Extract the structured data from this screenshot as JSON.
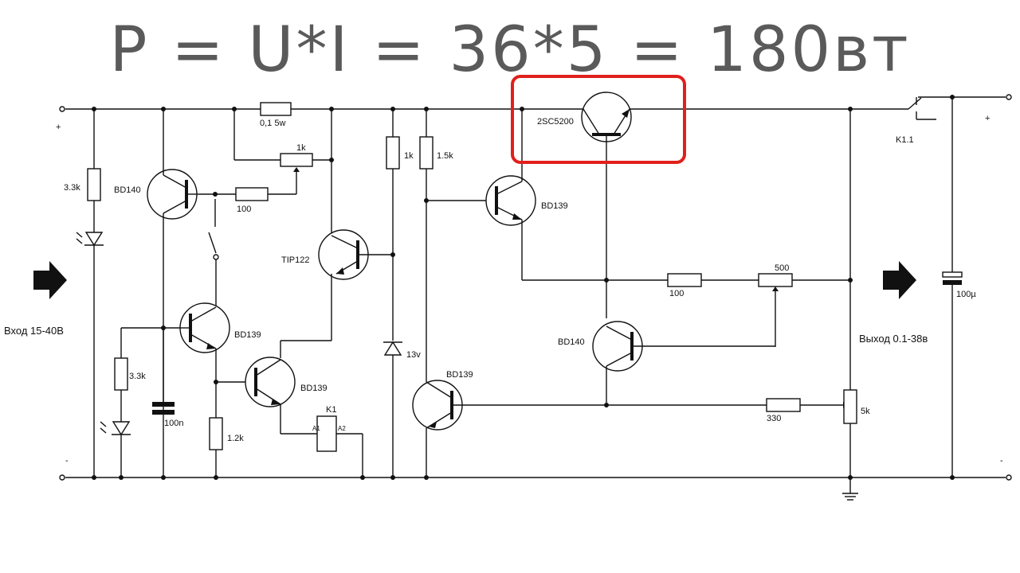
{
  "header": {
    "formula": "P = U*I = 36*5 = 180вт"
  },
  "labels": {
    "plus_left": "+",
    "minus_left": "-",
    "plus_right": "+",
    "minus_right": "-",
    "input": "Вход 15-40В",
    "output": "Выход 0.1-38в"
  },
  "components": {
    "r_shunt": "0,1 5w",
    "pot_1k": "1k",
    "r_100_a": "100",
    "r_33k_a": "3.3k",
    "q_bd140_a": "BD140",
    "q_tip122": "TIP122",
    "r_1k": "1k",
    "r_15k": "1.5k",
    "q_2sc5200": "2SC5200",
    "q_bd139_a": "BD139",
    "relay_contact": "K1.1",
    "q_bd139_b": "BD139",
    "r_33k_b": "3.3k",
    "c_100n": "100n",
    "q_bd139_c": "BD139",
    "r_12k": "1.2k",
    "relay_k1": "K1",
    "relay_a1": "A1",
    "relay_a2": "A2",
    "zener": "13v",
    "q_bd139_d": "BD139",
    "r_100_b": "100",
    "pot_500": "500",
    "q_bd140_b": "BD140",
    "r_330": "330",
    "pot_5k": "5k",
    "c_100u": "100µ"
  },
  "colors": {
    "highlight": "#e0201c",
    "wire": "#111111",
    "formula": "#5a5a5a"
  }
}
